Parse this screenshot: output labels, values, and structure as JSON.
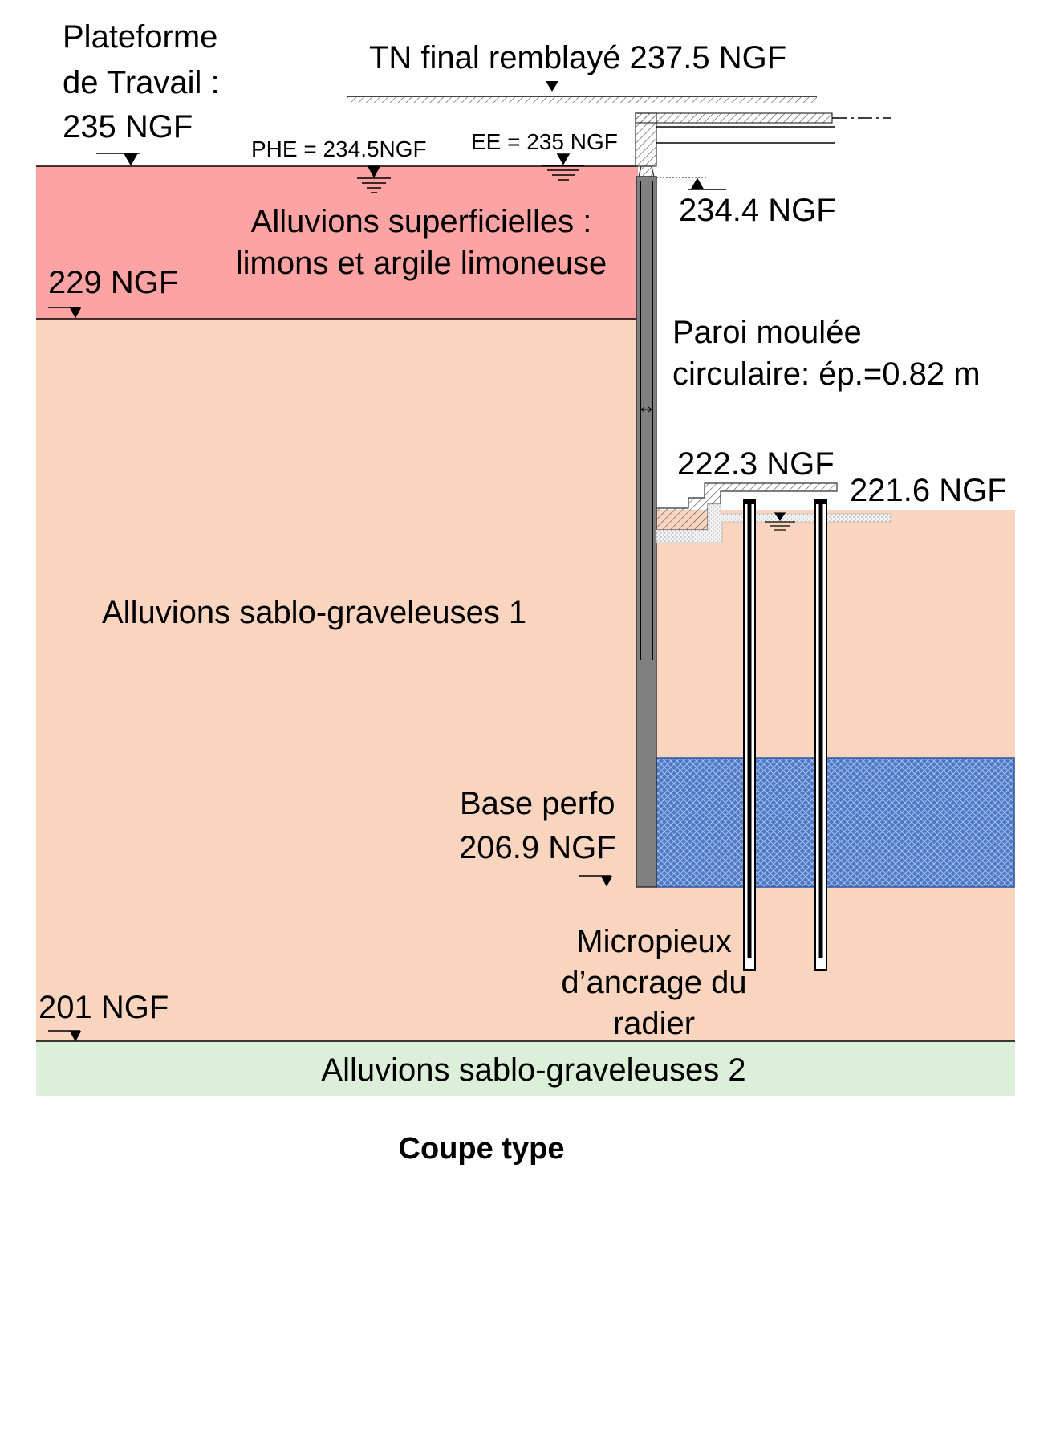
{
  "labels": {
    "plateforme_line1": "Plateforme",
    "plateforme_line2": "de Travail :",
    "plateforme_level": "235 NGF",
    "tn_final": "TN final remblayé 237.5 NGF",
    "phe": "PHE = 234.5NGF",
    "ee": "EE = 235 NGF",
    "wall_top_level": "234.4 NGF",
    "layer1_line1": "Alluvions superficielles :",
    "layer1_line2": "limons et argile limoneuse",
    "layer1_base": "229 NGF",
    "wall_line1": "Paroi moulée",
    "wall_line2": "circulaire: ép.=0.82 m",
    "raft_level_1": "222.3 NGF",
    "raft_level_2": "221.6 NGF",
    "layer2": "Alluvions sablo-graveleuses 1",
    "base_perfo_line1": "Base perfo",
    "base_perfo_line2": "206.9 NGF",
    "micropiles_line1": "Micropieux",
    "micropiles_line2": "d’ancrage du",
    "micropiles_line3": "radier",
    "layer2_base": "201 NGF",
    "layer3": "Alluvions sablo-graveleuses 2",
    "caption": "Coupe type"
  },
  "colors": {
    "alluvions_superficielles": "#fda3a3",
    "alluvions_sablo_graveleuses_1": "#f9d5c0",
    "alluvions_sablo_graveleuses_2": "#dcefd9",
    "blue_zone": "#4d79c7",
    "wall": "#808080"
  }
}
